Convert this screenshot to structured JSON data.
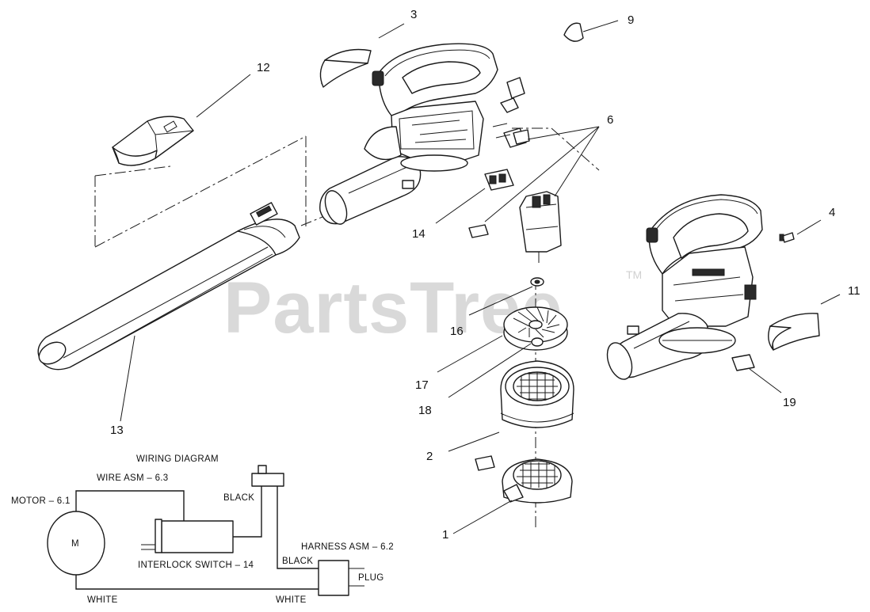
{
  "watermark": {
    "text": "PartsTree",
    "trademark": "TM"
  },
  "callouts": {
    "c1": "1",
    "c2": "2",
    "c3": "3",
    "c4": "4",
    "c6": "6",
    "c9": "9",
    "c11": "11",
    "c12": "12",
    "c13": "13",
    "c14": "14",
    "c16": "16",
    "c17": "17",
    "c18": "18",
    "c19": "19"
  },
  "wiring": {
    "title": "WIRING DIAGRAM",
    "wire_asm": "WIRE ASM – 6.3",
    "motor": "MOTOR – 6.1",
    "motor_symbol": "M",
    "black_top": "BLACK",
    "interlock": "INTERLOCK SWITCH – 14",
    "harness": "HARNESS ASM – 6.2",
    "black_bottom": "BLACK",
    "plug": "PLUG",
    "white_left": "WHITE",
    "white_right": "WHITE"
  }
}
